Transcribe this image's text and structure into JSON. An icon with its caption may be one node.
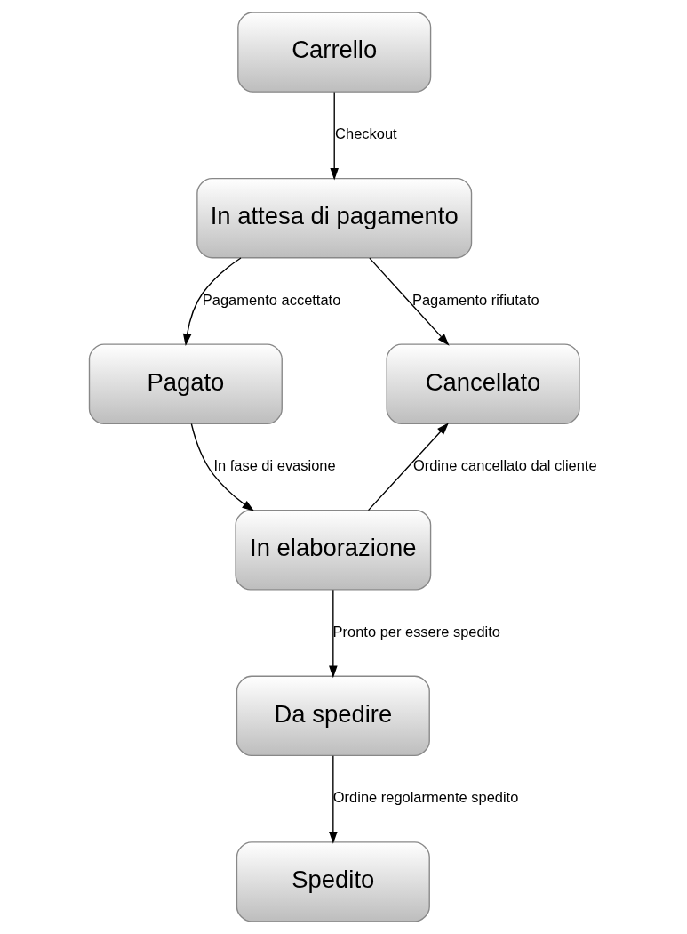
{
  "diagram": {
    "nodes": [
      {
        "text": [
          "Carrello"
        ]
      },
      {
        "text": [
          "In attesa di pagamento"
        ]
      },
      {
        "text": [
          "Pagato"
        ]
      },
      {
        "text": [
          "Cancellato"
        ]
      },
      {
        "text": [
          "In elaborazione"
        ]
      },
      {
        "text": [
          "Da spedire"
        ]
      },
      {
        "text": [
          "Spedito"
        ]
      }
    ],
    "edges": [
      {
        "from": 0,
        "to": 1,
        "label": "Checkout",
        "arrow": "to"
      },
      {
        "from": 1,
        "to": 2,
        "label": "Pagamento accettato",
        "arrow": "to"
      },
      {
        "from": 1,
        "to": 3,
        "label": "Pagamento rifiutato",
        "arrow": "to"
      },
      {
        "from": 2,
        "to": 4,
        "label": "In fase di evasione",
        "arrow": "to"
      },
      {
        "from": 4,
        "to": 3,
        "label": "Ordine cancellato dal cliente",
        "arrow": "to"
      },
      {
        "from": 4,
        "to": 5,
        "label": "Pronto per essere spedito",
        "arrow": "to"
      },
      {
        "from": 5,
        "to": 6,
        "label": "Ordine regolarmente spedito",
        "arrow": "to"
      }
    ]
  }
}
